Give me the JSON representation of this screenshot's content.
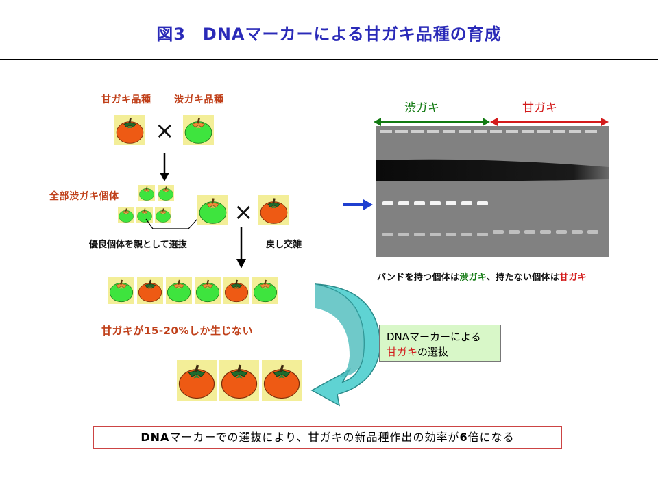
{
  "title": "図3　DNAマーカーによる甘ガキ品種の育成",
  "parents": {
    "sweet_label": "甘ガキ品種",
    "astringent_label": "渋ガキ品種",
    "cross_symbol": "×"
  },
  "f1": {
    "label": "全部渋ガキ個体",
    "selection_note": "優良個体を親として選抜",
    "cross_symbol": "×",
    "backcross_label": "戻し交雑"
  },
  "offspring": {
    "ratio_label": "甘ガキが15-20%しか生じない"
  },
  "gel": {
    "label_astringent": "渋ガキ",
    "label_sweet": "甘ガキ",
    "caption_part1": "バンドを持つ個体は",
    "caption_part2": "渋ガキ",
    "caption_part3": "、持たない個体は",
    "caption_part4": "甘ガキ"
  },
  "marker_box": {
    "line1": "DNAマーカーによる",
    "line2_colored": "甘ガキ",
    "line2_rest": "の選抜"
  },
  "result": {
    "prefix_bold": "DNA",
    "middle": "マーカーでの選抜により、甘ガキの新品種作出の効率が",
    "number_bold": "6",
    "suffix": "倍になる"
  },
  "colors": {
    "title": "#2a2ab8",
    "sweet_fruit": "#ee5a14",
    "astringent_fruit": "#3ee43e",
    "leaf_sweet": "#1f6b2e",
    "leaf_astringent": "#f08a3a",
    "tile_bg": "#f3ee98",
    "arrow_teal": "#5fd3d3",
    "label_red": "#c0401a",
    "gel_green": "#127a12",
    "gel_red": "#d31b1b"
  },
  "icons": {
    "sweet_persimmon": "sweet-persimmon-icon",
    "astringent_persimmon": "astringent-persimmon-icon"
  }
}
